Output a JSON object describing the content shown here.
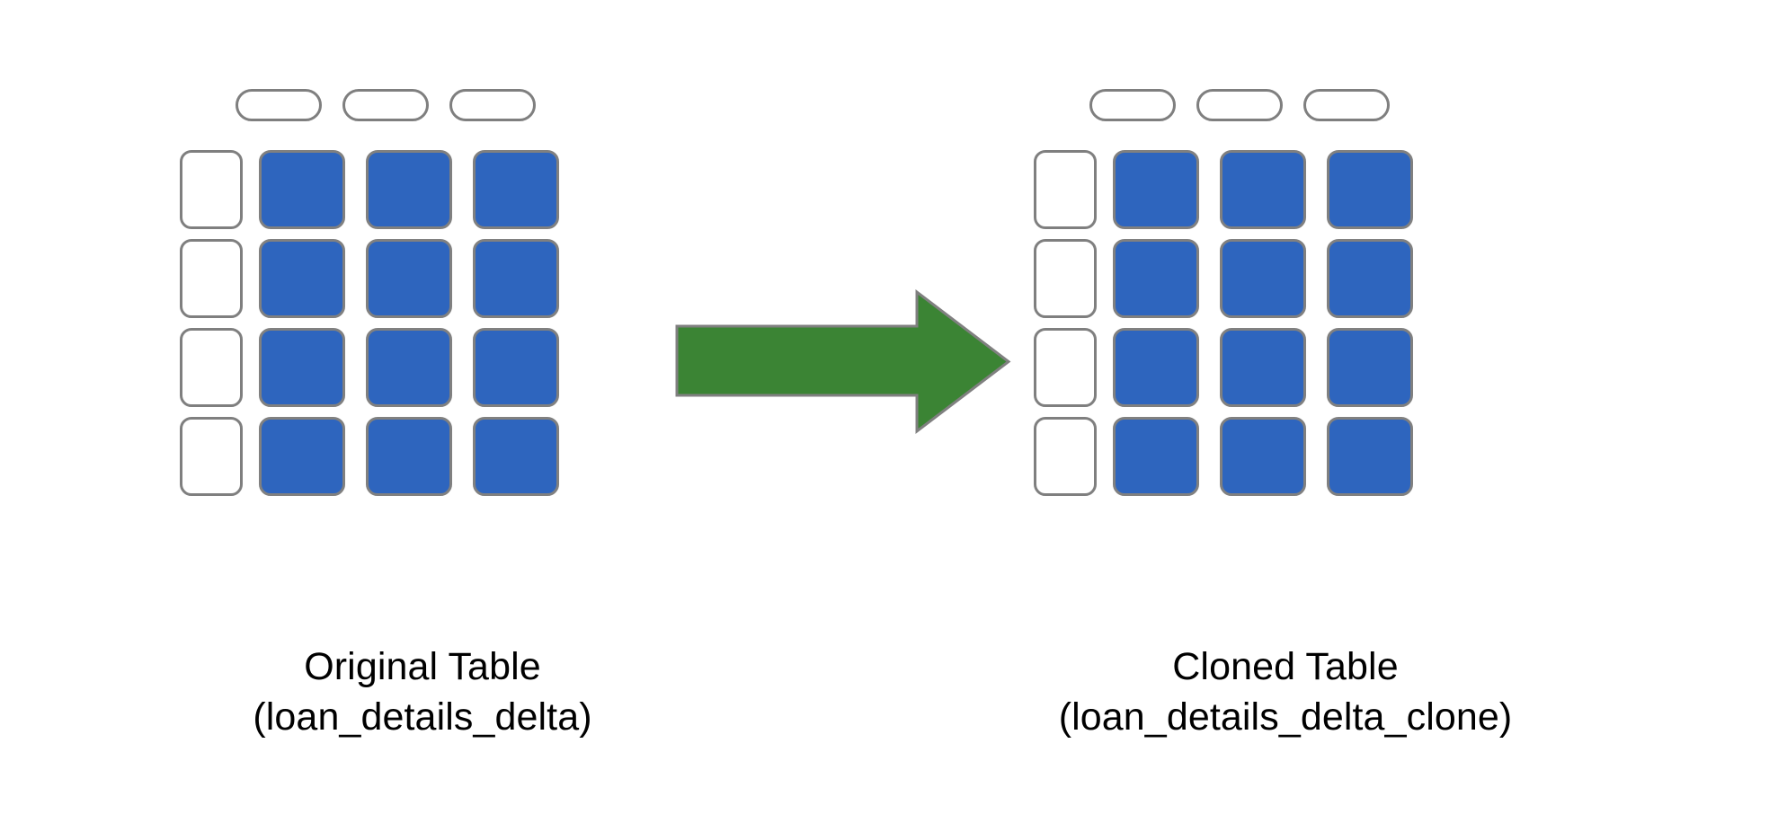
{
  "diagram": {
    "type": "table-clone-flow",
    "background_color": "#ffffff",
    "nodes": [
      {
        "id": "original-table",
        "side": "left",
        "caption_line1": "Original Table",
        "caption_line2": "(loan_details_delta)",
        "table_name": "loan_details_delta",
        "columns": 3,
        "rows": 4,
        "header_cells": [
          "",
          "",
          ""
        ],
        "row_labels": [
          "",
          "",
          "",
          ""
        ],
        "data_cells": [
          [
            "",
            "",
            ""
          ],
          [
            "",
            "",
            ""
          ],
          [
            "",
            "",
            ""
          ],
          [
            "",
            "",
            ""
          ]
        ],
        "cell_fill_color": "#2e65be",
        "cell_border_color": "#808080",
        "header_border_color": "#7f7f7f"
      },
      {
        "id": "cloned-table",
        "side": "right",
        "caption_line1": "Cloned Table",
        "caption_line2": "(loan_details_delta_clone)",
        "table_name": "loan_details_delta_clone",
        "columns": 3,
        "rows": 4,
        "header_cells": [
          "",
          "",
          ""
        ],
        "row_labels": [
          "",
          "",
          "",
          ""
        ],
        "data_cells": [
          [
            "",
            "",
            ""
          ],
          [
            "",
            "",
            ""
          ],
          [
            "",
            "",
            ""
          ],
          [
            "",
            "",
            ""
          ]
        ],
        "cell_fill_color": "#2e65be",
        "cell_border_color": "#808080",
        "header_border_color": "#7f7f7f"
      }
    ],
    "connector": {
      "id": "clone-arrow",
      "kind": "block-arrow-right",
      "label": "",
      "fill_color": "#3b8434",
      "border_color": "#808080",
      "direction": "left-to-right",
      "from": "original-table",
      "to": "cloned-table"
    }
  }
}
